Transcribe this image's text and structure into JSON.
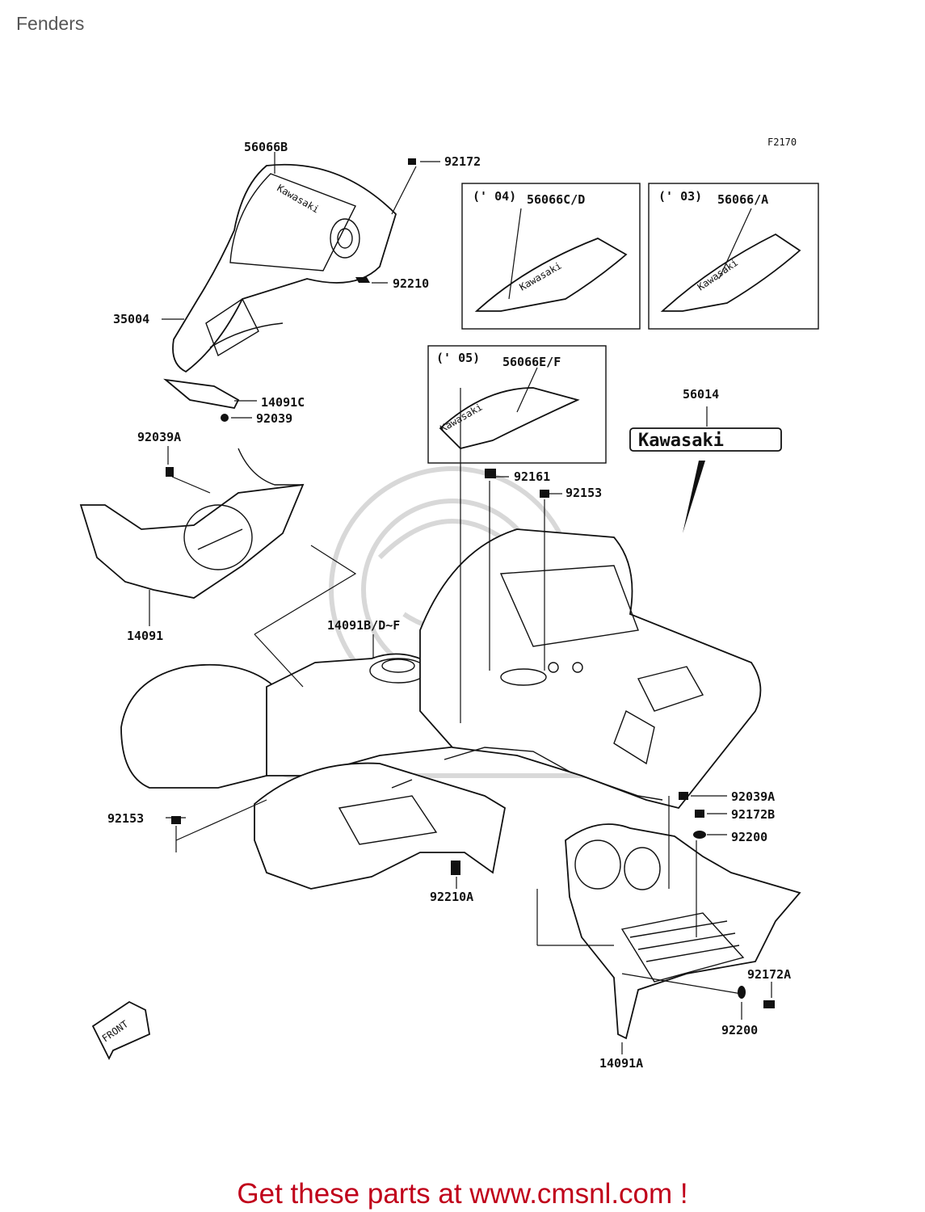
{
  "page": {
    "title": "Fenders"
  },
  "diagram": {
    "code": "F2170",
    "part_labels": {
      "p56066B": "56066B",
      "p92172": "92172",
      "p92210": "92210",
      "p35004": "35004",
      "p14091C": "14091C",
      "p92039": "92039",
      "p92039A_top": "92039A",
      "p14091": "14091",
      "p14091BDF": "14091B/D~F",
      "p56066CD": "56066C/D",
      "p56066A": "56066/A",
      "p56066EF": "56066E/F",
      "p56014": "56014",
      "p92161": "92161",
      "p92153_top": "92153",
      "p92153_left": "92153",
      "p92039A_right": "92039A",
      "p92172B": "92172B",
      "p92200_top": "92200",
      "p92210A": "92210A",
      "p92172A": "92172A",
      "p92200_bottom": "92200",
      "p14091A": "14091A"
    },
    "year_labels": {
      "y04": "(' 04)",
      "y03": "(' 03)",
      "y05": "(' 05)"
    },
    "emblem_text": "Kawasaki",
    "decal_brand": "Kawasaki",
    "front_arrow": "FRONT"
  },
  "footer": {
    "text": "Get these parts at www.cmsnl.com !",
    "color": "#c0001a"
  }
}
